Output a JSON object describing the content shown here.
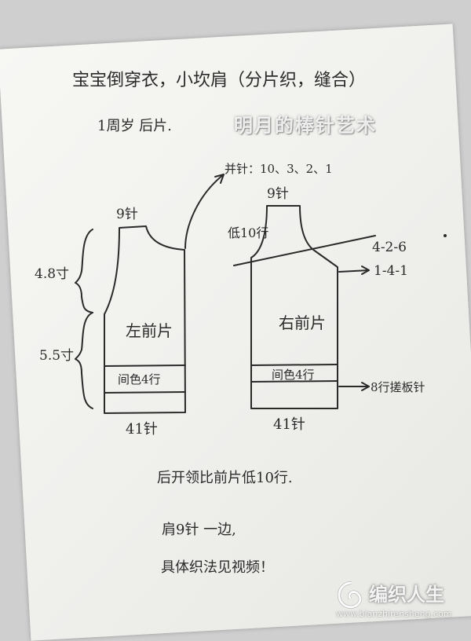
{
  "document": {
    "title": "宝宝倒穿衣，小坎肩（分片织，缝合）",
    "subtitle": "1周岁 后片."
  },
  "watermark": {
    "text": "明月的棒针艺术"
  },
  "diagram": {
    "left_piece": {
      "label": "左前片",
      "top_stitches": "9针",
      "bottom_stitches": "41针",
      "band_label": "间色4行",
      "height_upper": "4.8寸",
      "height_lower": "5.5寸"
    },
    "right_piece": {
      "label": "右前片",
      "top_stitches": "9针",
      "bottom_stitches": "41针",
      "band_label": "间色4行",
      "neck_lower_label": "低10行"
    },
    "annotations": {
      "neck_decrease": "并针：10、3、2、1",
      "shoulder_decrease": "4-2-6",
      "armhole_decrease": "1-4-1",
      "rib_note": "8行搓板针"
    }
  },
  "notes": {
    "line1": "后开领比前片低10行.",
    "line2": "肩9针 一边,",
    "line3": "具体织法见视频！"
  },
  "logo": {
    "name": "编织人生",
    "url": "www.bianzhirensheng.com"
  }
}
